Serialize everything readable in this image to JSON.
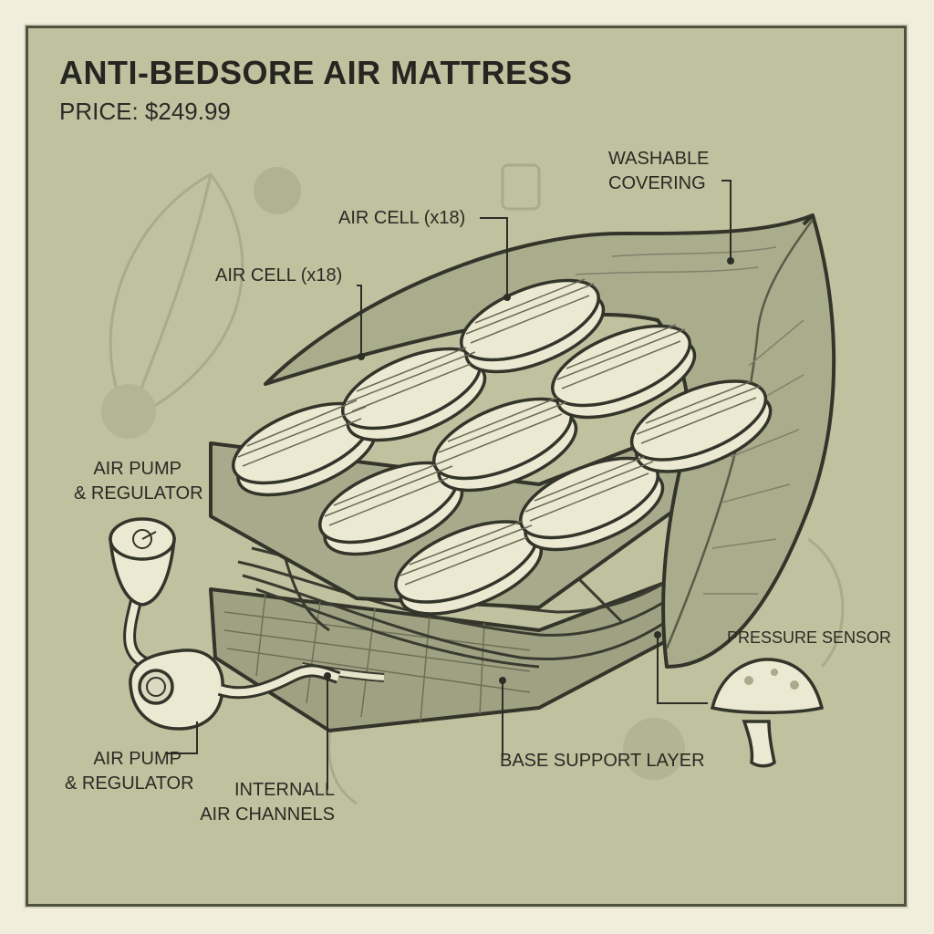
{
  "header": {
    "title": "ANTI-BEDSORE AIR MATTRESS",
    "price": "PRICE: $249.99"
  },
  "labels": {
    "washable_covering": [
      "WASHABLE",
      "COVERING"
    ],
    "air_cell_upper": "AIR CELL (x18)",
    "air_cell_left": "AIR CELL (x18)",
    "air_pump_top": [
      "AIR PUMP",
      "& REGULATOR"
    ],
    "air_pump_bottom": [
      "AIR PUMP",
      "& REGULATOR"
    ],
    "pressure_sensor": "PRESSURE SENSOR",
    "base_support_layer": "BASE SUPPORT LAYER",
    "internal_air_channels": [
      "INTERNALL",
      "AIR CHANNELS"
    ]
  },
  "colors": {
    "background": "#bfc19f",
    "page": "#f1eedd",
    "ink": "#3a3b30",
    "cell_fill": "#ece9d2",
    "cover_fill": "#aaad8c"
  }
}
